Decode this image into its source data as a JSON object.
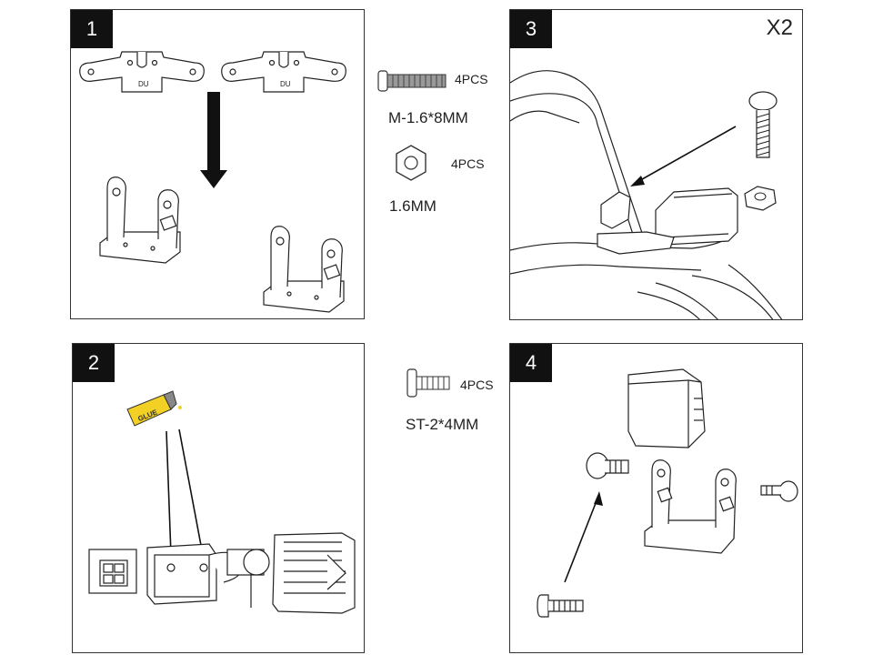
{
  "panels": [
    {
      "number": "1"
    },
    {
      "number": "2"
    },
    {
      "number": "3",
      "multiplier": "X2"
    },
    {
      "number": "4"
    }
  ],
  "parts": {
    "bolt": {
      "qty": "4PCS",
      "spec": "M-1.6*8MM"
    },
    "nut": {
      "qty": "4PCS",
      "spec": "1.6MM"
    },
    "screw": {
      "qty": "4PCS",
      "spec": "ST-2*4MM"
    }
  },
  "glue_label": "GLUE",
  "colors": {
    "border": "#333333",
    "badge": "#111111",
    "glue": "#f2d024"
  }
}
